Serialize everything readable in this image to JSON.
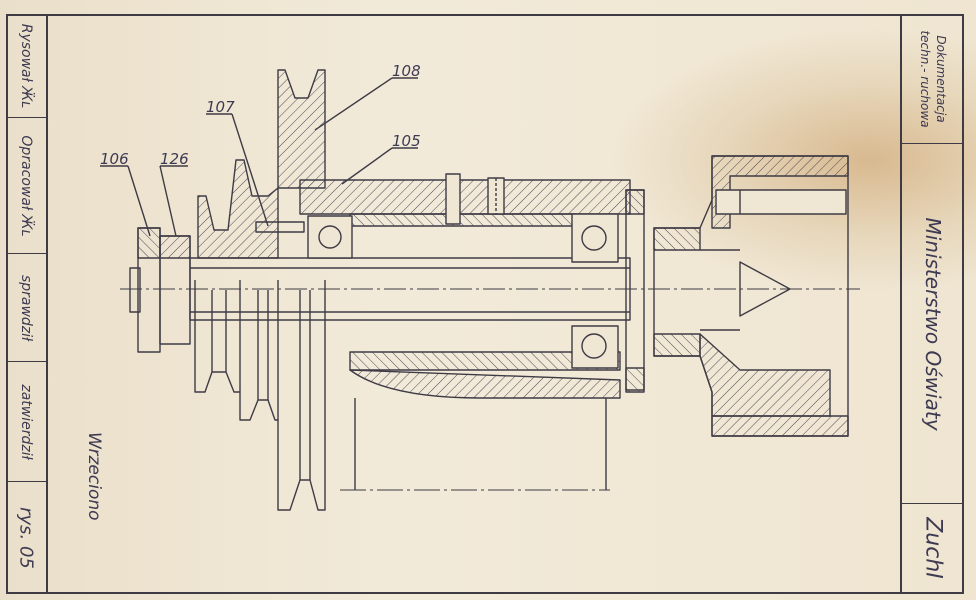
{
  "title_block_left": {
    "drawn_by": "Rysował Ӝʟ",
    "prepared_by": "Opracował Ӝʟ",
    "checked_by": "sprawdził",
    "approved_by": "zatwierdził",
    "figure_number": "rys. 05"
  },
  "drawing_label": "Wrzeciono",
  "part_callouts": [
    "106",
    "126",
    "107",
    "108",
    "105"
  ],
  "title_block_right": {
    "documentation_type": "Dokumentacja techn.- ruchowa",
    "ministry": "Ministerstwo Oświaty",
    "author": "ZuchI"
  },
  "colors": {
    "paper": "#efe6d3",
    "ink": "#3e3b45",
    "stain": "#d8b98f"
  }
}
